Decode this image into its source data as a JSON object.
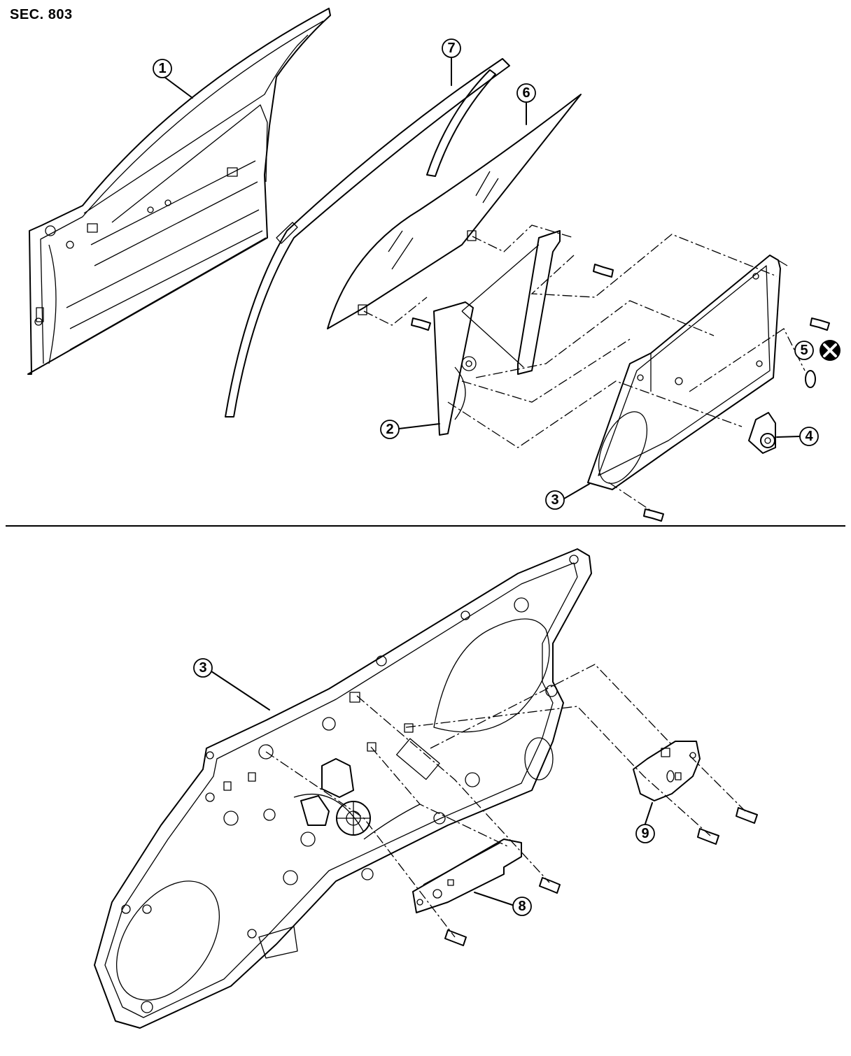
{
  "section_label": "SEC. 803",
  "callouts": {
    "c1": "1",
    "c2": "2",
    "c3": "3",
    "c4": "4",
    "c5": "5",
    "c6": "6",
    "c7": "7",
    "c8": "8",
    "c9": "9",
    "c3b": "3"
  },
  "icons": {
    "do_not_reuse": "x-circle-icon"
  }
}
